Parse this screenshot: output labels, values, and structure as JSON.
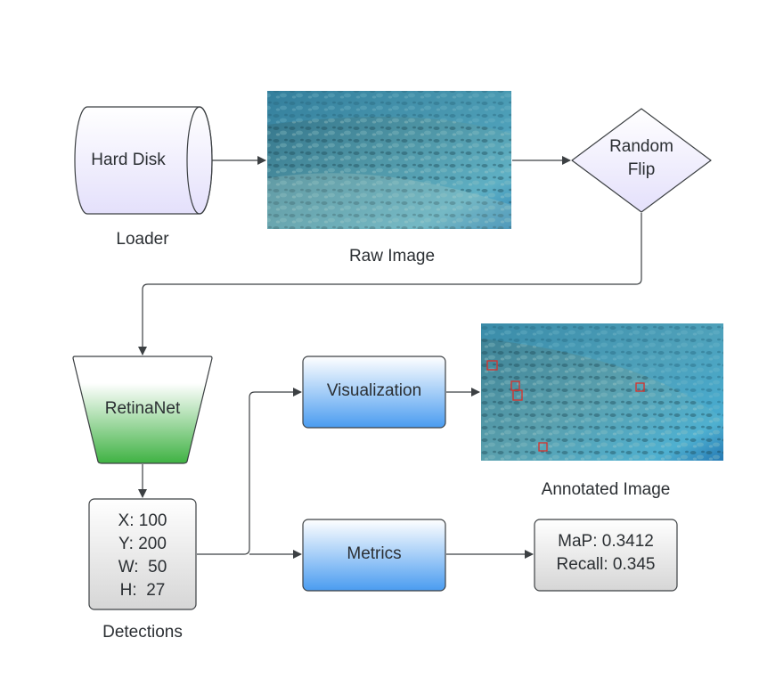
{
  "nodes": {
    "hard_disk": {
      "label": "Hard Disk",
      "caption": "Loader"
    },
    "raw_image": {
      "caption": "Raw Image"
    },
    "random_flip": {
      "label_line1": "Random",
      "label_line2": "Flip"
    },
    "retinanet": {
      "label": "RetinaNet"
    },
    "detections": {
      "lines": [
        "X: 100",
        "Y: 200",
        "W:  50",
        "H:  27"
      ],
      "caption": "Detections"
    },
    "visualization": {
      "label": "Visualization"
    },
    "annotated_image": {
      "caption": "Annotated Image"
    },
    "metrics": {
      "label": "Metrics"
    },
    "metrics_result": {
      "lines": [
        "MaP: 0.3412",
        "Recall: 0.345"
      ]
    }
  },
  "colors": {
    "edge": "#3c4043",
    "cylinder_fill_top": "#ffffff",
    "cylinder_fill_bottom": "#e4e0fb",
    "retinanet_fill_top": "#ffffff",
    "retinanet_fill_bottom": "#3fb243",
    "blue_box_top": "#ffffff",
    "blue_box_bottom": "#4a9cf0",
    "gray_box_top": "#ffffff",
    "gray_box_bottom": "#d6d6d6",
    "diamond_fill_top": "#ffffff",
    "diamond_fill_bottom": "#e4e0fb",
    "detection_marker": "#d9302a"
  }
}
